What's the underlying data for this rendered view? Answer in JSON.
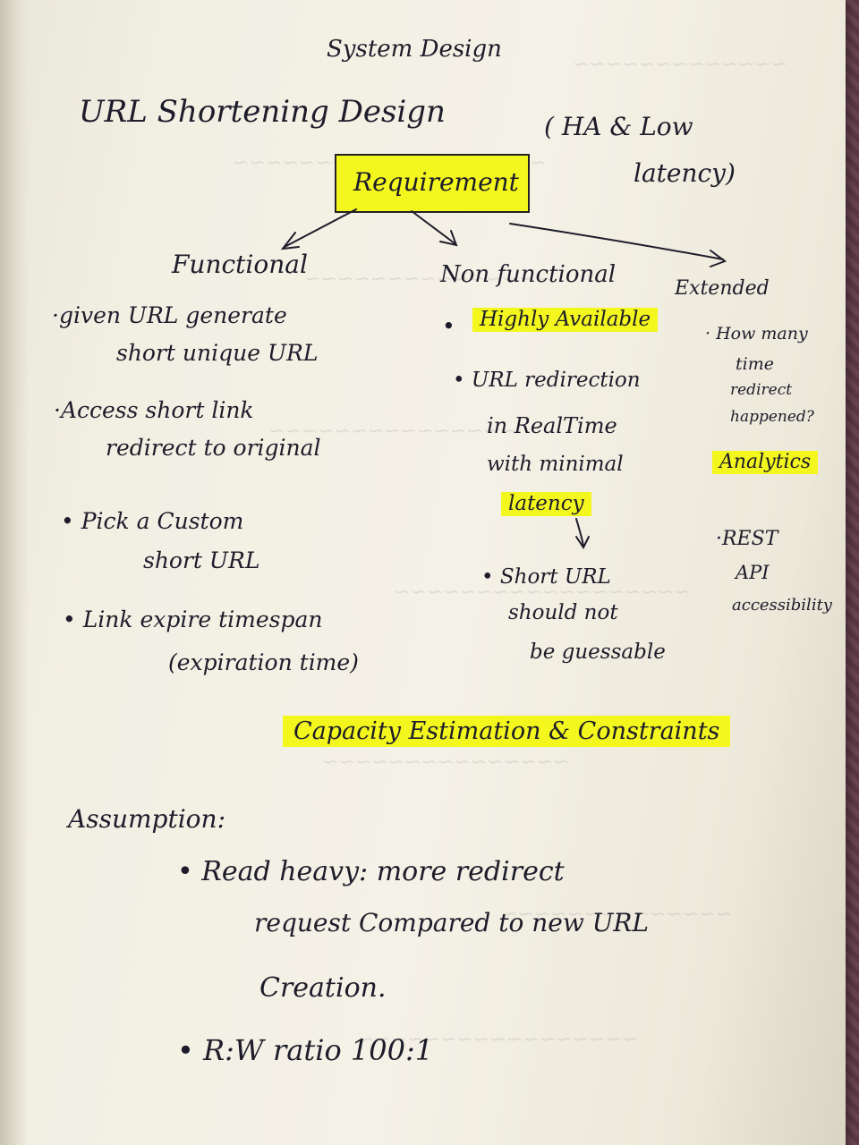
{
  "page": {
    "header": "System Design",
    "title": "URL Shortening Design",
    "title_note_line1": "( HA & Low",
    "title_note_line2": "latency)",
    "requirement": "Requirement"
  },
  "columns": {
    "functional": {
      "heading": "Functional",
      "items": [
        {
          "l1": "·given URL generate",
          "l2": "short unique URL"
        },
        {
          "l1": "·Access short link",
          "l2": "redirect to original"
        },
        {
          "l1": "• Pick a Custom",
          "l2": "short URL"
        },
        {
          "l1": "• Link expire timespan",
          "l2": "(expiration time)"
        }
      ]
    },
    "non_functional": {
      "heading": "Non functional",
      "items": [
        {
          "bullet": "•",
          "highlight": "Highly Available"
        },
        {
          "l1": "• URL redirection",
          "l2": "in RealTime",
          "l3": "with minimal",
          "highlight": "latency"
        },
        {
          "l1": "• Short URL",
          "l2": "should not",
          "l3": "be guessable"
        }
      ]
    },
    "extended": {
      "heading": "Extended",
      "item1": {
        "l1": "· How many",
        "l2": "time",
        "l3": "redirect",
        "l4": "happened?"
      },
      "highlight": "Analytics",
      "item2": {
        "l1": "·REST",
        "l2": "API",
        "l3": "accessibility"
      }
    }
  },
  "capacity": {
    "heading": "Capacity Estimation & Constraints",
    "assumption_label": "Assumption:",
    "point1": {
      "l1": "• Read heavy: more redirect",
      "l2": "request Compared to new URL",
      "l3": "Creation."
    },
    "point2": "• R:W ratio 100:1"
  },
  "colors": {
    "ink": "#1d1c2a",
    "highlighter": "#f4f71d",
    "paper": "#f2efe3"
  }
}
